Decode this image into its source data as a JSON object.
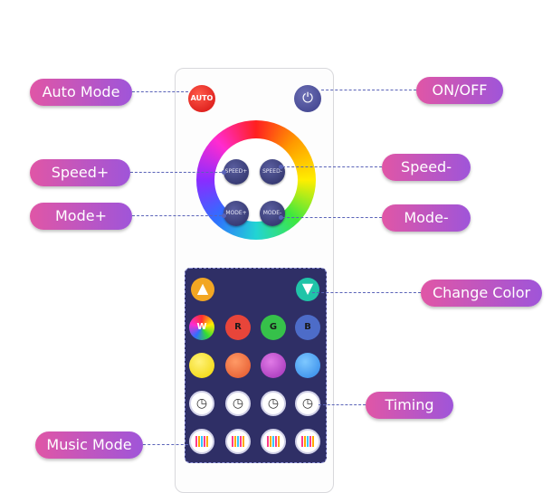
{
  "labels": {
    "auto_mode": "Auto Mode",
    "on_off": "ON/OFF",
    "speed_plus": "Speed+",
    "speed_minus": "Speed-",
    "mode_plus": "Mode+",
    "mode_minus": "Mode-",
    "change_color": "Change Color",
    "timing": "Timing",
    "music_mode": "Music Mode"
  },
  "remote": {
    "auto_text": "AUTO",
    "speed_plus_text": "SPEED+",
    "speed_minus_text": "SPEED-",
    "mode_plus_text": "MODE+",
    "mode_minus_text": "MODE-",
    "rgb_buttons": [
      "W",
      "R",
      "G",
      "B"
    ],
    "colors": {
      "label_gradient_start": "#e056a6",
      "label_gradient_end": "#9f55d9",
      "panel_bg": "#2f2f66",
      "auto_red": "#d40f10",
      "power_blue": "#3b3e8a"
    }
  }
}
